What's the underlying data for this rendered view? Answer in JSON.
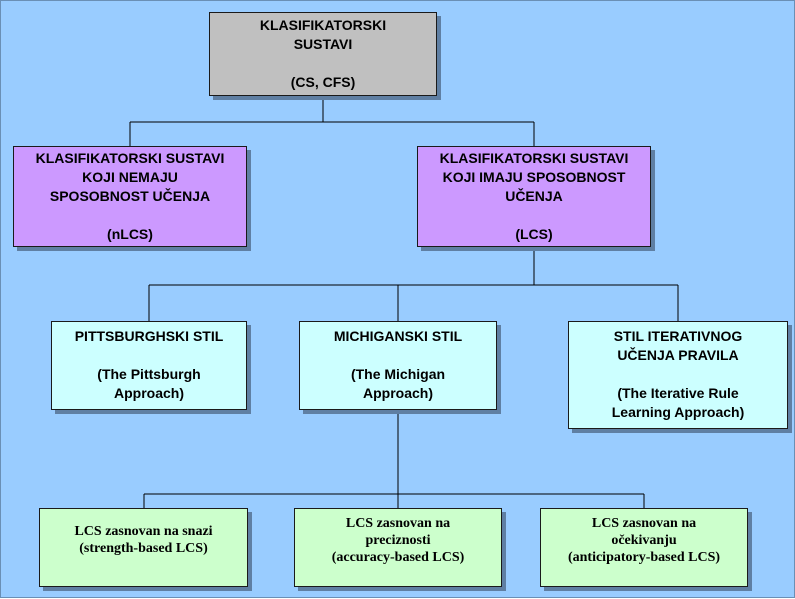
{
  "nodes": {
    "root": {
      "line1": "KLASIFIKATORSKI",
      "line2": "SUSTAVI",
      "abbr": "(CS, CFS)",
      "color": "#c0c0c0"
    },
    "nlcs": {
      "line1": "KLASIFIKATORSKI SUSTAVI",
      "line2": "KOJI NEMAJU",
      "line3": "SPOSOBNOST UČENJA",
      "abbr": "(nLCS)",
      "color": "#cc99ff"
    },
    "lcs": {
      "line1": "KLASIFIKATORSKI SUSTAVI",
      "line2": "KOJI IMAJU SPOSOBNOST",
      "line3": "UČENJA",
      "abbr": "(LCS)",
      "color": "#cc99ff"
    },
    "pittsburgh": {
      "title": "PITTSBURGHSKI STIL",
      "en1": "(The Pittsburgh",
      "en2": "Approach)",
      "color": "#ccffff"
    },
    "michigan": {
      "title": "MICHIGANSKI STIL",
      "en1": "(The Michigan",
      "en2": "Approach)",
      "color": "#ccffff"
    },
    "iterative": {
      "title1": "STIL ITERATIVNOG",
      "title2": "UČENJA PRAVILA",
      "en1": "(The Iterative Rule",
      "en2": "Learning Approach)",
      "color": "#ccffff"
    },
    "strength": {
      "line1": "LCS zasnovan na snazi",
      "line2": "(strength-based LCS)",
      "color": "#ccffcc"
    },
    "accuracy": {
      "line1": "LCS zasnovan na",
      "line2": "preciznosti",
      "line3": "(accuracy-based LCS)",
      "color": "#ccffcc"
    },
    "anticipatory": {
      "line1": "LCS zasnovan na",
      "line2": "očekivanju",
      "line3": "(anticipatory-based LCS)",
      "color": "#ccffcc"
    }
  },
  "background_color": "#99ccff"
}
